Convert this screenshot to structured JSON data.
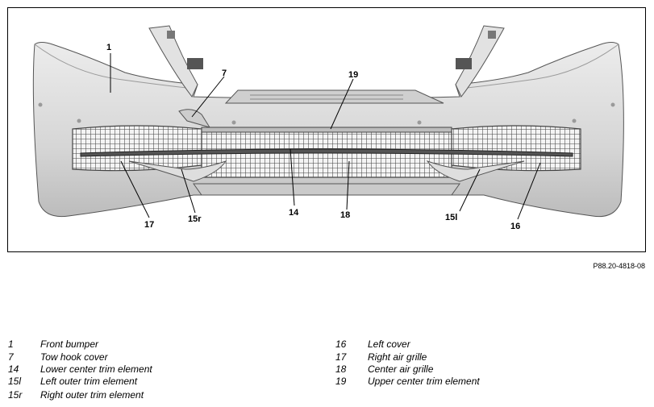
{
  "figure_code": "P88.20-4818-08",
  "callouts": [
    {
      "id": "c1",
      "label": "1"
    },
    {
      "id": "c7",
      "label": "7"
    },
    {
      "id": "c19",
      "label": "19"
    },
    {
      "id": "c14",
      "label": "14"
    },
    {
      "id": "c18",
      "label": "18"
    },
    {
      "id": "c17",
      "label": "17"
    },
    {
      "id": "c15r",
      "label": "15r"
    },
    {
      "id": "c15l",
      "label": "15l"
    },
    {
      "id": "c16",
      "label": "16"
    }
  ],
  "legend": {
    "left": [
      {
        "num": "1",
        "text": "Front bumper"
      },
      {
        "num": "7",
        "text": "Tow hook cover"
      },
      {
        "num": "14",
        "text": "Lower center trim element"
      },
      {
        "num": "15l",
        "text": "Left outer trim element"
      },
      {
        "num": "15r",
        "text": "Right outer trim element"
      }
    ],
    "right": [
      {
        "num": "16",
        "text": "Left cover"
      },
      {
        "num": "17",
        "text": "Right air grille"
      },
      {
        "num": "18",
        "text": "Center air grille"
      },
      {
        "num": "19",
        "text": "Upper center trim element"
      }
    ]
  }
}
